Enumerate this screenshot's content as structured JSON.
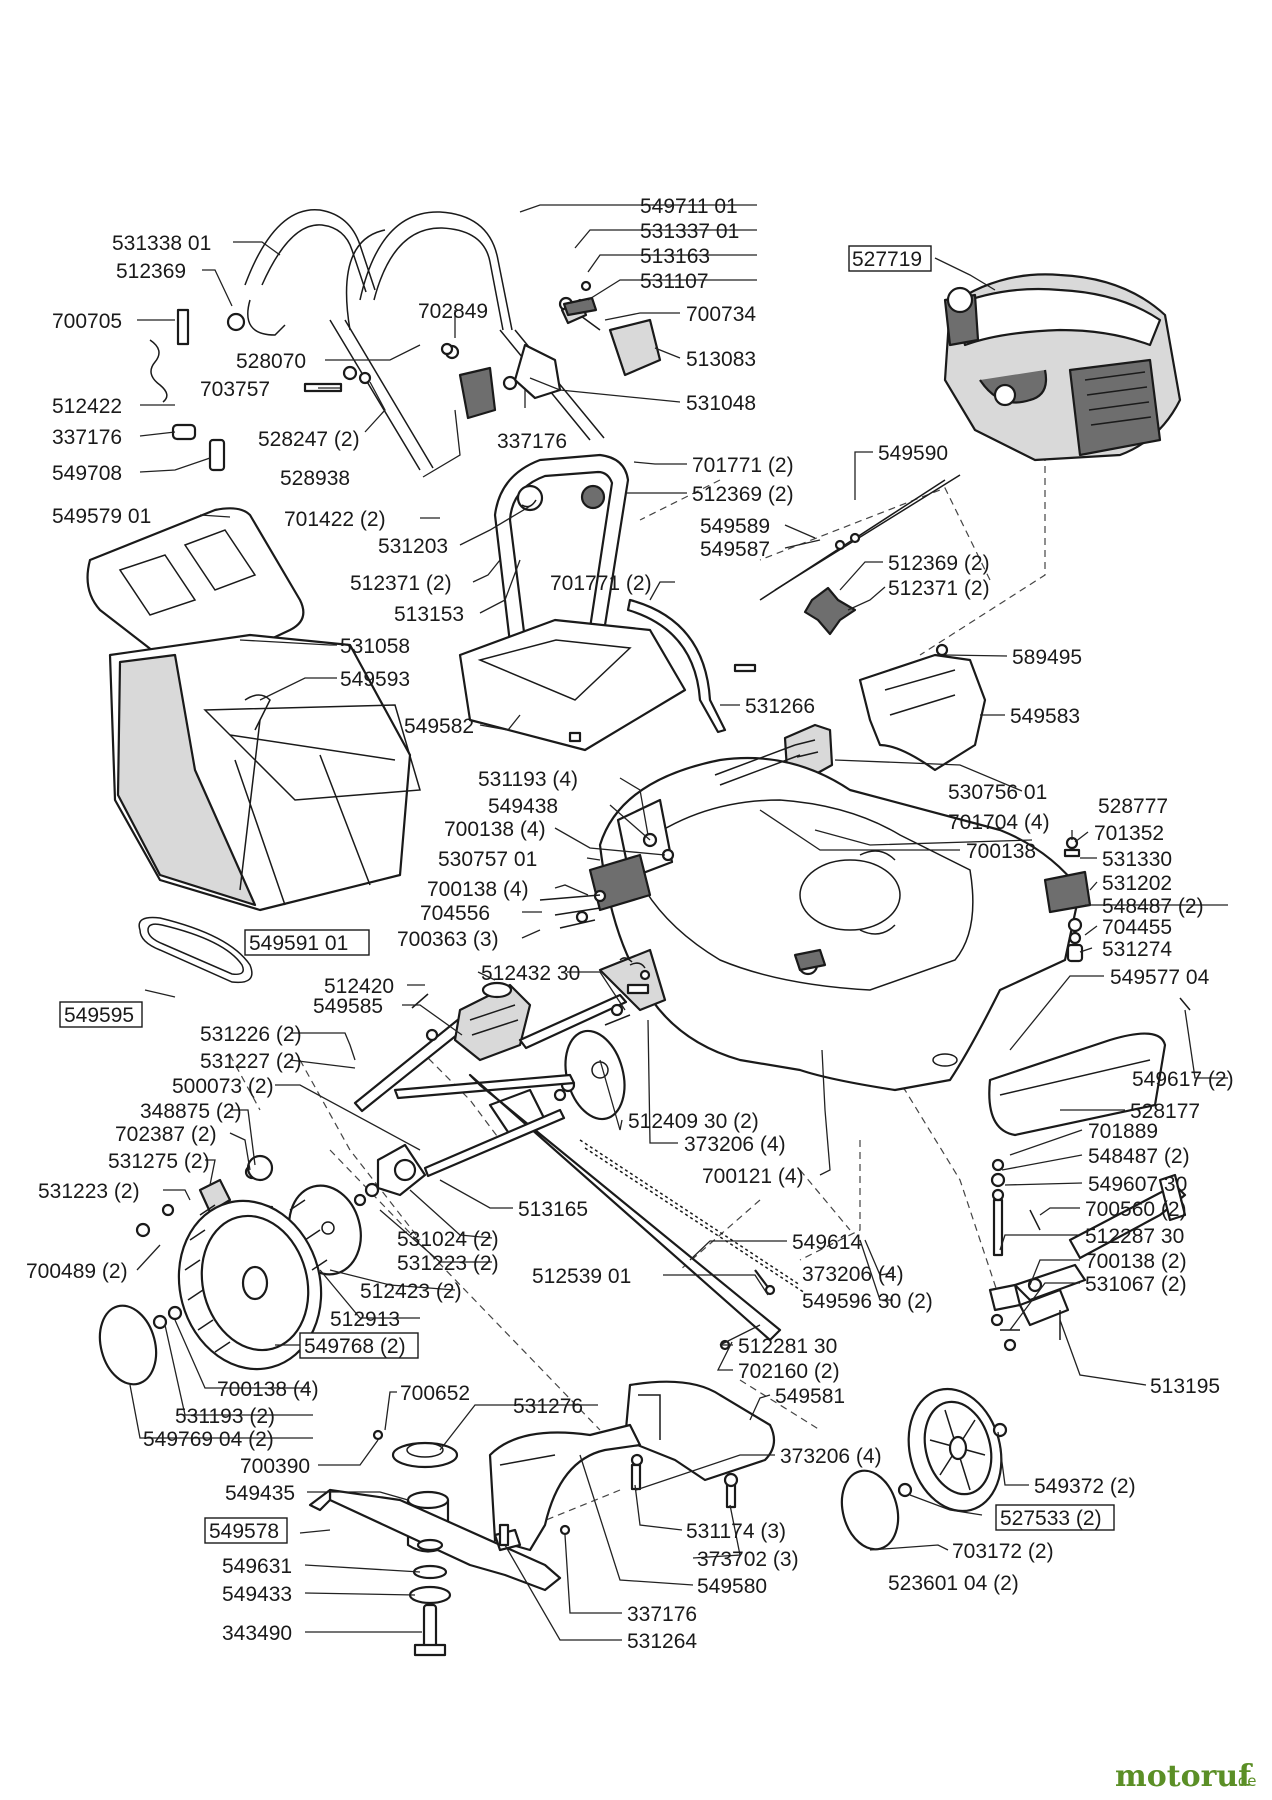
{
  "watermark": {
    "main": "motoruf",
    "suffix": ".de"
  },
  "parts": [
    {
      "id": "549711 01",
      "num": "549711 01"
    },
    {
      "id": "531338 01",
      "num": "531338 01"
    },
    {
      "id": "531337 01",
      "num": "531337 01"
    },
    {
      "id": "512369-top",
      "num": "512369"
    },
    {
      "id": "513163",
      "num": "513163"
    },
    {
      "id": "531107",
      "num": "531107"
    },
    {
      "id": "527719",
      "num": "527719",
      "boxed": true
    },
    {
      "id": "700705",
      "num": "700705"
    },
    {
      "id": "702849",
      "num": "702849"
    },
    {
      "id": "700734",
      "num": "700734"
    },
    {
      "id": "528070",
      "num": "528070"
    },
    {
      "id": "513083",
      "num": "513083"
    },
    {
      "id": "512422",
      "num": "512422"
    },
    {
      "id": "703757",
      "num": "703757"
    },
    {
      "id": "531048",
      "num": "531048"
    },
    {
      "id": "337176-a",
      "num": "337176"
    },
    {
      "id": "528247",
      "num": "528247 (2)"
    },
    {
      "id": "337176-b",
      "num": "337176"
    },
    {
      "id": "549708",
      "num": "549708"
    },
    {
      "id": "528938",
      "num": "528938"
    },
    {
      "id": "549590",
      "num": "549590"
    },
    {
      "id": "701771-a",
      "num": "701771 (2)"
    },
    {
      "id": "549579 01",
      "num": "549579 01"
    },
    {
      "id": "701422",
      "num": "701422 (2)"
    },
    {
      "id": "512369-a",
      "num": "512369 (2)"
    },
    {
      "id": "531203",
      "num": "531203"
    },
    {
      "id": "549589",
      "num": "549589"
    },
    {
      "id": "549587",
      "num": "549587"
    },
    {
      "id": "512371-a",
      "num": "512371 (2)"
    },
    {
      "id": "701771-b",
      "num": "701771 (2)"
    },
    {
      "id": "512369-b",
      "num": "512369 (2)"
    },
    {
      "id": "513153",
      "num": "513153"
    },
    {
      "id": "512371-b",
      "num": "512371 (2)"
    },
    {
      "id": "531058",
      "num": "531058"
    },
    {
      "id": "589495",
      "num": "589495"
    },
    {
      "id": "549593",
      "num": "549593"
    },
    {
      "id": "531266",
      "num": "531266"
    },
    {
      "id": "549583",
      "num": "549583"
    },
    {
      "id": "549582",
      "num": "549582"
    },
    {
      "id": "530756 01",
      "num": "530756 01"
    },
    {
      "id": "531193-a",
      "num": "531193 (4)"
    },
    {
      "id": "549438",
      "num": "549438"
    },
    {
      "id": "701704",
      "num": "701704 (4)"
    },
    {
      "id": "528777",
      "num": "528777"
    },
    {
      "id": "700138-a",
      "num": "700138 (4)"
    },
    {
      "id": "700138-b",
      "num": "700138"
    },
    {
      "id": "701352",
      "num": "701352"
    },
    {
      "id": "530757 01",
      "num": "530757 01"
    },
    {
      "id": "531330",
      "num": "531330"
    },
    {
      "id": "700138-c",
      "num": "700138 (4)"
    },
    {
      "id": "531202",
      "num": "531202"
    },
    {
      "id": "704556",
      "num": "704556"
    },
    {
      "id": "548487-a",
      "num": "548487 (2)"
    },
    {
      "id": "700363",
      "num": "700363 (3)"
    },
    {
      "id": "704455",
      "num": "704455"
    },
    {
      "id": "549591 01",
      "num": "549591 01",
      "boxed": true
    },
    {
      "id": "531274",
      "num": "531274"
    },
    {
      "id": "512432 30",
      "num": "512432 30"
    },
    {
      "id": "512420",
      "num": "512420"
    },
    {
      "id": "549577 04",
      "num": "549577 04"
    },
    {
      "id": "549585",
      "num": "549585"
    },
    {
      "id": "549595",
      "num": "549595",
      "boxed": true
    },
    {
      "id": "531226",
      "num": "531226 (2)"
    },
    {
      "id": "531227",
      "num": "531227 (2)"
    },
    {
      "id": "549617",
      "num": "549617 (2)"
    },
    {
      "id": "500073",
      "num": "500073 (2)"
    },
    {
      "id": "528177",
      "num": "528177"
    },
    {
      "id": "512409 30",
      "num": "512409 30 (2)"
    },
    {
      "id": "348875",
      "num": "348875 (2)"
    },
    {
      "id": "373206-a",
      "num": "373206 (4)"
    },
    {
      "id": "701889",
      "num": "701889"
    },
    {
      "id": "702387",
      "num": "702387 (2)"
    },
    {
      "id": "548487-b",
      "num": "548487 (2)"
    },
    {
      "id": "531275",
      "num": "531275 (2)"
    },
    {
      "id": "700121",
      "num": "700121 (4)"
    },
    {
      "id": "549607 30",
      "num": "549607 30"
    },
    {
      "id": "531223-a",
      "num": "531223 (2)"
    },
    {
      "id": "513165",
      "num": "513165"
    },
    {
      "id": "700560",
      "num": "700560 (2)"
    },
    {
      "id": "531024",
      "num": "531024 (2)"
    },
    {
      "id": "549614",
      "num": "549614"
    },
    {
      "id": "512287 30",
      "num": "512287 30"
    },
    {
      "id": "700489",
      "num": "700489 (2)"
    },
    {
      "id": "531223-b",
      "num": "531223 (2)"
    },
    {
      "id": "512539 01",
      "num": "512539 01"
    },
    {
      "id": "373206-b",
      "num": "373206 (4)"
    },
    {
      "id": "700138-d",
      "num": "700138 (2)"
    },
    {
      "id": "512423",
      "num": "512423 (2)"
    },
    {
      "id": "549596 30",
      "num": "549596 30 (2)"
    },
    {
      "id": "531067",
      "num": "531067 (2)"
    },
    {
      "id": "512913",
      "num": "512913"
    },
    {
      "id": "549768",
      "num": "549768 (2)",
      "boxed": true
    },
    {
      "id": "512281 30",
      "num": "512281 30"
    },
    {
      "id": "702160",
      "num": "702160 (2)"
    },
    {
      "id": "513195",
      "num": "513195"
    },
    {
      "id": "700138-e",
      "num": "700138 (4)"
    },
    {
      "id": "700652",
      "num": "700652"
    },
    {
      "id": "531193-b",
      "num": "531193 (2)"
    },
    {
      "id": "549581",
      "num": "549581"
    },
    {
      "id": "531276",
      "num": "531276"
    },
    {
      "id": "549769 04",
      "num": "549769 04 (2)"
    },
    {
      "id": "373206-c",
      "num": "373206 (4)"
    },
    {
      "id": "700390",
      "num": "700390"
    },
    {
      "id": "549372",
      "num": "549372 (2)"
    },
    {
      "id": "549435",
      "num": "549435"
    },
    {
      "id": "527533",
      "num": "527533 (2)",
      "boxed": true
    },
    {
      "id": "531174",
      "num": "531174 (3)"
    },
    {
      "id": "549578",
      "num": "549578",
      "boxed": true
    },
    {
      "id": "703172",
      "num": "703172 (2)"
    },
    {
      "id": "373702",
      "num": "373702 (3)"
    },
    {
      "id": "549631",
      "num": "549631"
    },
    {
      "id": "523601 04",
      "num": "523601 04 (2)"
    },
    {
      "id": "549580",
      "num": "549580"
    },
    {
      "id": "549433",
      "num": "549433"
    },
    {
      "id": "337176-c",
      "num": "337176"
    },
    {
      "id": "343490",
      "num": "343490"
    },
    {
      "id": "531264",
      "num": "531264"
    }
  ]
}
